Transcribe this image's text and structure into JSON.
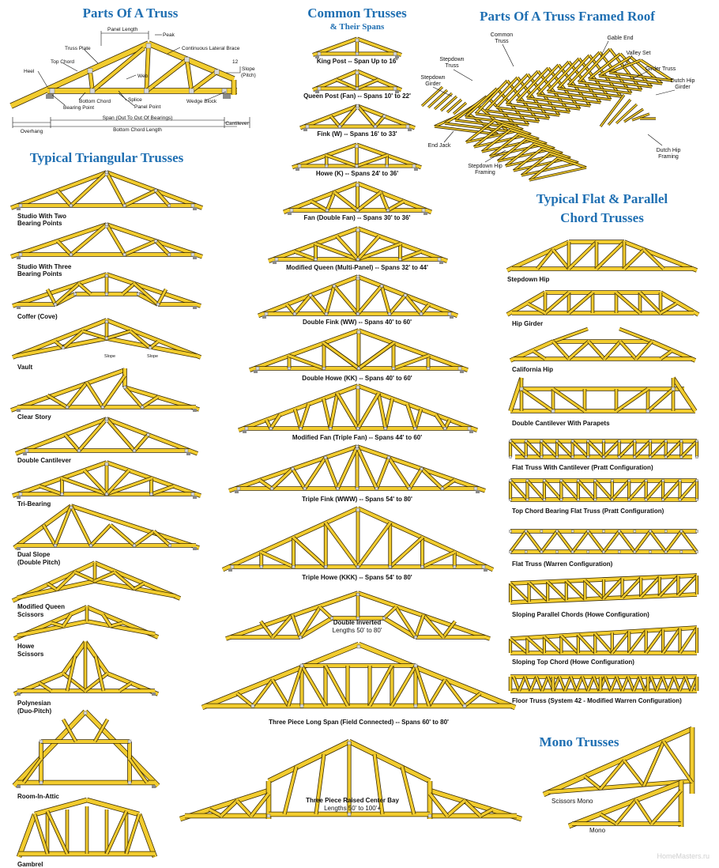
{
  "colors": {
    "title": "#1f6fb2",
    "wood": "#f2cc2e",
    "wood_outline": "#3a2a00",
    "plate": "#d9d9d9",
    "text": "#111111"
  },
  "sections": {
    "parts_of_truss": "Parts Of A Truss",
    "common_trusses": "Common Trusses",
    "common_trusses_sub": "& Their Spans",
    "framed_roof": "Parts Of A Truss Framed Roof",
    "triangular": "Typical Triangular Trusses",
    "flat_parallel_1": "Typical Flat & Parallel",
    "flat_parallel_2": "Chord Trusses",
    "mono": "Mono Trusses"
  },
  "parts_labels": {
    "panel_length": "Panel Length",
    "peak": "Peak",
    "truss_plate": "Truss Plate",
    "lateral_brace": "Continuous Lateral Brace",
    "top_chord": "Top Chord",
    "slope_num": "12",
    "slope": "Slope",
    "pitch": "(Pitch)",
    "heel": "Heel",
    "web": "Web",
    "bottom_chord": "Bottom Chord",
    "splice": "Splice",
    "bearing_point": "Bearing Point",
    "panel_point": "Panel Point",
    "wedge_block": "Wedge Block",
    "overhang": "Overhang",
    "span": "Span (Out To Out Of Bearings)",
    "bottom_chord_length": "Bottom Chord Length",
    "cantilever": "Cantilever"
  },
  "roof_labels": {
    "common_truss_1": "Common",
    "common_truss_2": "Truss",
    "gable_end": "Gable End",
    "valley_set": "Valley Set",
    "stepdown_truss_1": "Stepdown",
    "stepdown_truss_2": "Truss",
    "stepdown_girder_1": "Stepdown",
    "stepdown_girder_2": "Girder",
    "girder_truss": "Girder Truss",
    "dutch_hip_girder_1": "Dutch Hip",
    "dutch_hip_girder_2": "Girder",
    "end_jack": "End Jack",
    "stepdown_hip_framing_1": "Stepdown Hip",
    "stepdown_hip_framing_2": "Framing",
    "dutch_hip_framing_1": "Dutch Hip",
    "dutch_hip_framing_2": "Framing"
  },
  "triangular_trusses": [
    {
      "line1": "Studio With Two",
      "line2": "Bearing Points"
    },
    {
      "line1": "Studio With Three",
      "line2": "Bearing Points"
    },
    {
      "line1": "Coffer (Cove)",
      "line2": ""
    },
    {
      "line1": "Vault",
      "line2": "",
      "extra1": "Slope",
      "extra2": "Slope"
    },
    {
      "line1": "Clear Story",
      "line2": ""
    },
    {
      "line1": "Double Cantilever",
      "line2": ""
    },
    {
      "line1": "Tri-Bearing",
      "line2": ""
    },
    {
      "line1": "Dual Slope",
      "line2": "(Double Pitch)"
    },
    {
      "line1": "Modified Queen",
      "line2": "Scissors"
    },
    {
      "line1": "Howe",
      "line2": "Scissors"
    },
    {
      "line1": "Polynesian",
      "line2": "(Duo-Pitch)"
    },
    {
      "line1": "Room-In-Attic",
      "line2": ""
    },
    {
      "line1": "Gambrel",
      "line2": ""
    }
  ],
  "common_trusses": [
    {
      "name": "King Post",
      "span": "-- Span Up to 16'"
    },
    {
      "name": "Queen Post (Fan)",
      "span": "-- Spans 10' to 22'"
    },
    {
      "name": "Fink (W)",
      "span": "-- Spans 16' to 33'"
    },
    {
      "name": "Howe (K)",
      "span": "-- Spans 24' to 36'"
    },
    {
      "name": "Fan (Double Fan)",
      "span": "-- Spans 30' to 36'"
    },
    {
      "name": "Modified Queen (Multi-Panel)",
      "span": "-- Spans 32' to 44'"
    },
    {
      "name": "Double Fink (WW)",
      "span": "-- Spans 40' to 60'"
    },
    {
      "name": "Double Howe (KK)",
      "span": "-- Spans 40' to 60'"
    },
    {
      "name": "Modified Fan (Triple Fan)",
      "span": "-- Spans 44' to 60'"
    },
    {
      "name": "Triple Fink (WWW)",
      "span": "-- Spans 54' to 80'"
    },
    {
      "name": "Triple Howe (KKK)",
      "span": "-- Spans 54' to 80'"
    },
    {
      "name": "Double Inverted",
      "span": "Lengths 50' to 80'"
    },
    {
      "name": "Three Piece Long Span (Field Connected)",
      "span": "-- Spans 60' to 80'"
    },
    {
      "name": "Three Piece Raised Center Bay",
      "span": "Lengths 50' to 100'+"
    }
  ],
  "flat_trusses": [
    "Stepdown Hip",
    "Hip Girder",
    "California Hip",
    "Double Cantilever With Parapets",
    "Flat Truss With Cantilever (Pratt Configuration)",
    "Top Chord Bearing Flat Truss (Pratt Configuration)",
    "Flat Truss (Warren Configuration)",
    "Sloping Parallel Chords (Howe Configuration)",
    "Sloping Top Chord (Howe Configuration)",
    "Floor Truss (System 42 - Modified Warren Configuration)"
  ],
  "mono_trusses": [
    "Scissors Mono",
    "Mono"
  ],
  "watermark": "HomeMasters.ru"
}
